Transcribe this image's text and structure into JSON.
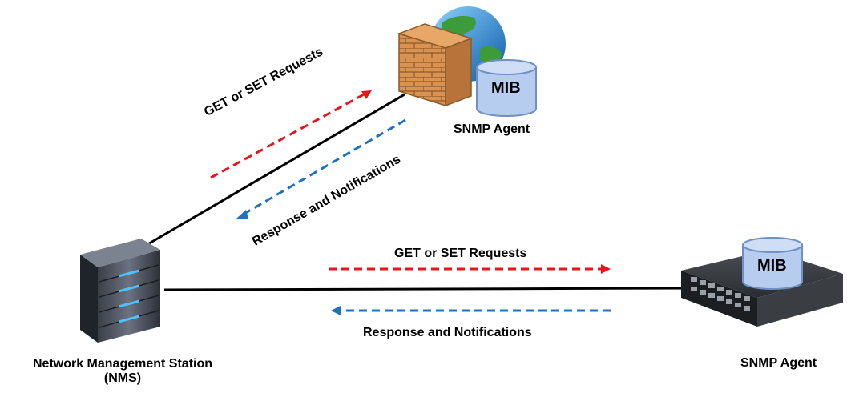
{
  "nms": {
    "label_line1": "Network Management Station",
    "label_line2": "(NMS)"
  },
  "agent_top": {
    "label": "SNMP Agent",
    "mib_label": "MIB"
  },
  "agent_right": {
    "label": "SNMP Agent",
    "mib_label": "MIB"
  },
  "links": {
    "top_request": "GET or SET Requests",
    "top_response": "Response and Notifications",
    "bottom_request": "GET or SET Requests",
    "bottom_response": "Response and Notifications"
  },
  "colors": {
    "request_arrow": "#e8141b",
    "response_arrow": "#1f72c1",
    "mib_fill": "#b6cdf0",
    "mib_stroke": "#6f8fc7",
    "brick": "#d9924f"
  }
}
